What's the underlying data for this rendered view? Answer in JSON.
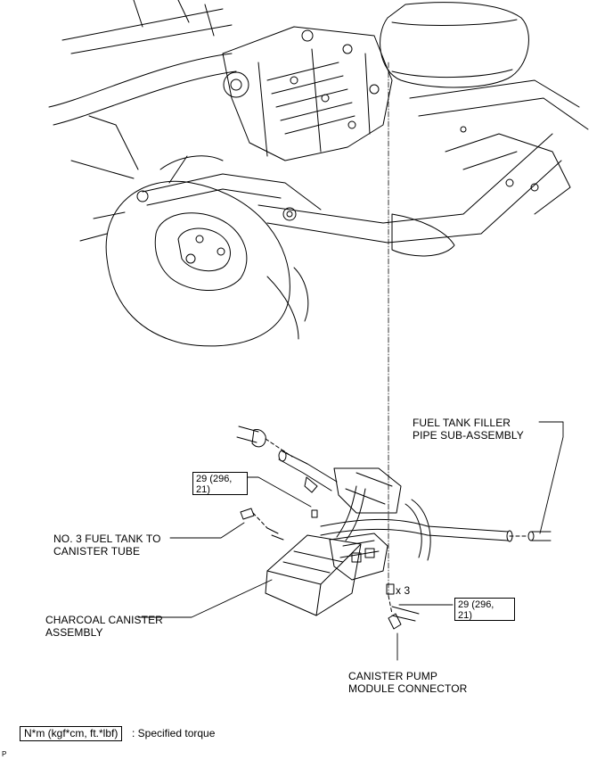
{
  "labels": {
    "filler_pipe": "FUEL TANK FILLER\nPIPE SUB-ASSEMBLY",
    "canister_tube": "NO. 3 FUEL TANK TO\nCANISTER TUBE",
    "charcoal_canister": "CHARCOAL CANISTER\nASSEMBLY",
    "pump_connector": "CANISTER PUMP\nMODULE CONNECTOR"
  },
  "torque": {
    "upper_bolt": "29 (296,\n21)",
    "lower_bolts": "29 (296,\n21)",
    "bolt_count": "x 3"
  },
  "legend": {
    "unit_box": "N*m (kgf*cm, ft.*lbf)",
    "description": ": Specified torque"
  },
  "corner_mark": "P"
}
